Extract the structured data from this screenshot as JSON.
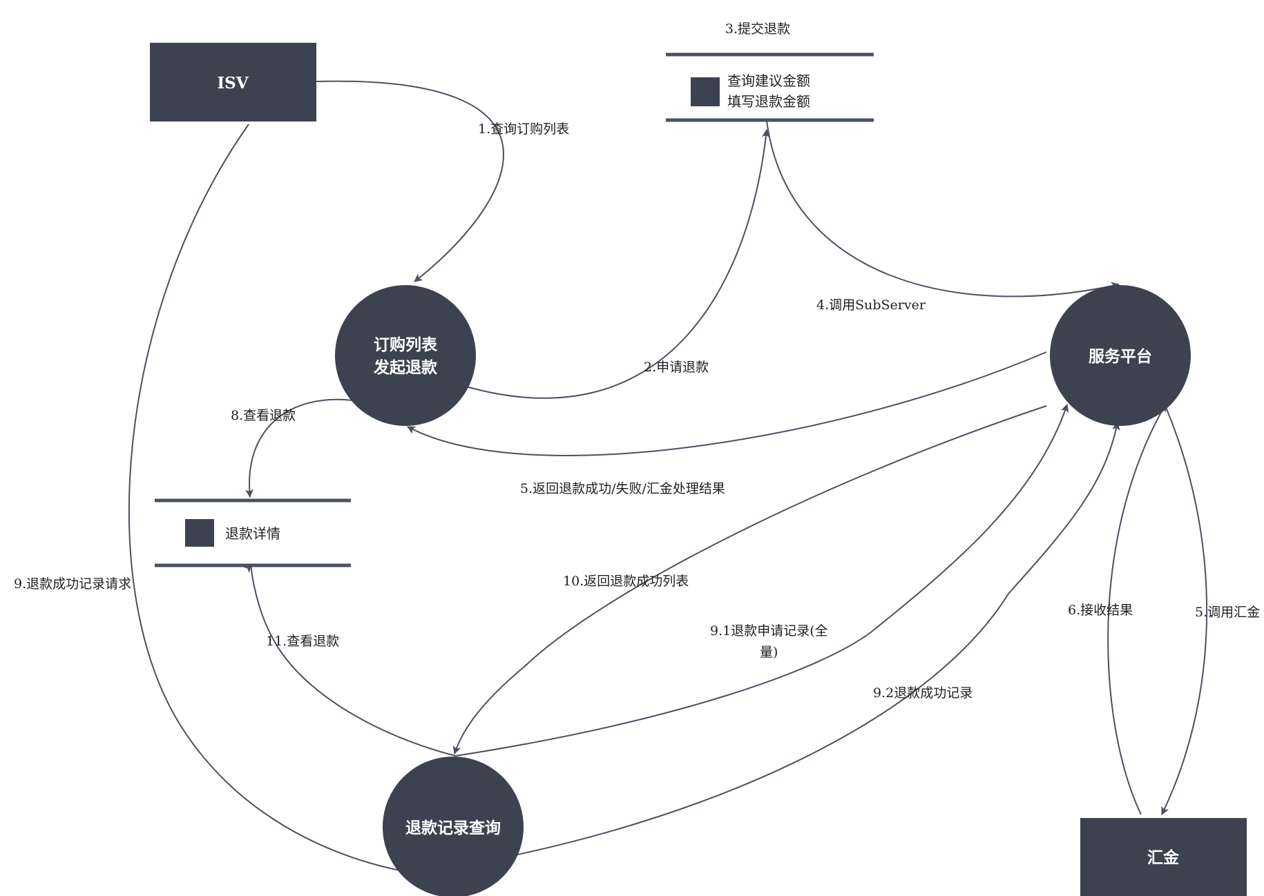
{
  "colors": {
    "node_fill": "#3d4251",
    "edge_stroke": "#4a5060",
    "text_dark": "#1f1f1f",
    "text_light": "#ffffff",
    "background": "#ffffff"
  },
  "entities": {
    "isv": "ISV",
    "huijin": "汇金"
  },
  "processes": {
    "order_list_line1": "订购列表",
    "order_list_line2": "发起退款",
    "service_platform": "服务平台",
    "refund_query": "退款记录查询"
  },
  "stores": {
    "submit_refund": {
      "title": "3.提交退款",
      "line1": "查询建议金额",
      "line2": "填写退款金额"
    },
    "refund_detail": {
      "line1": "退款详情"
    }
  },
  "edges": {
    "e1": "1.查询订购列表",
    "e2": "2.申请退款",
    "e4": "4.调用SubServer",
    "e5_return": "5.返回退款成功/失败/汇金处理结果",
    "e5_call": "5.调用汇金",
    "e6": "6.接收结果",
    "e8": "8.查看退款",
    "e9": "9.退款成功记录请求",
    "e9_1_line1": "9.1退款申请记录(全",
    "e9_1_line2": "量)",
    "e9_2": "9.2退款成功记录",
    "e10": "10.返回退款成功列表",
    "e11": "11.查看退款"
  }
}
